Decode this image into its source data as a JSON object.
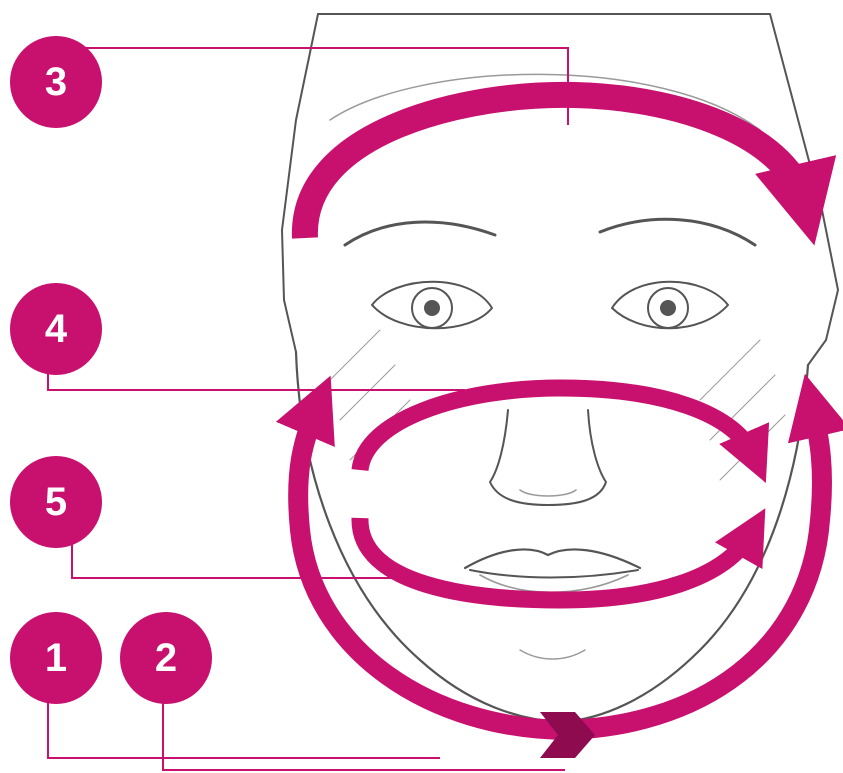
{
  "colors": {
    "accent": "#c8106e",
    "accent_dark": "#8e0b4f",
    "sketch": "#555555",
    "sketch_light": "#9a9a9a",
    "background": "#ffffff"
  },
  "badges": [
    {
      "id": "badge-1",
      "number": "1"
    },
    {
      "id": "badge-2",
      "number": "2"
    },
    {
      "id": "badge-3",
      "number": "3"
    },
    {
      "id": "badge-4",
      "number": "4"
    },
    {
      "id": "badge-5",
      "number": "5"
    }
  ],
  "illustration": {
    "subject": "pencil-sketch-face-with-headband",
    "icons": [
      "face-sketch",
      "arrow-forehead",
      "arrow-cheek-upper",
      "arrow-cheek-lower",
      "arrow-jaw-left",
      "arrow-jaw-right"
    ]
  }
}
